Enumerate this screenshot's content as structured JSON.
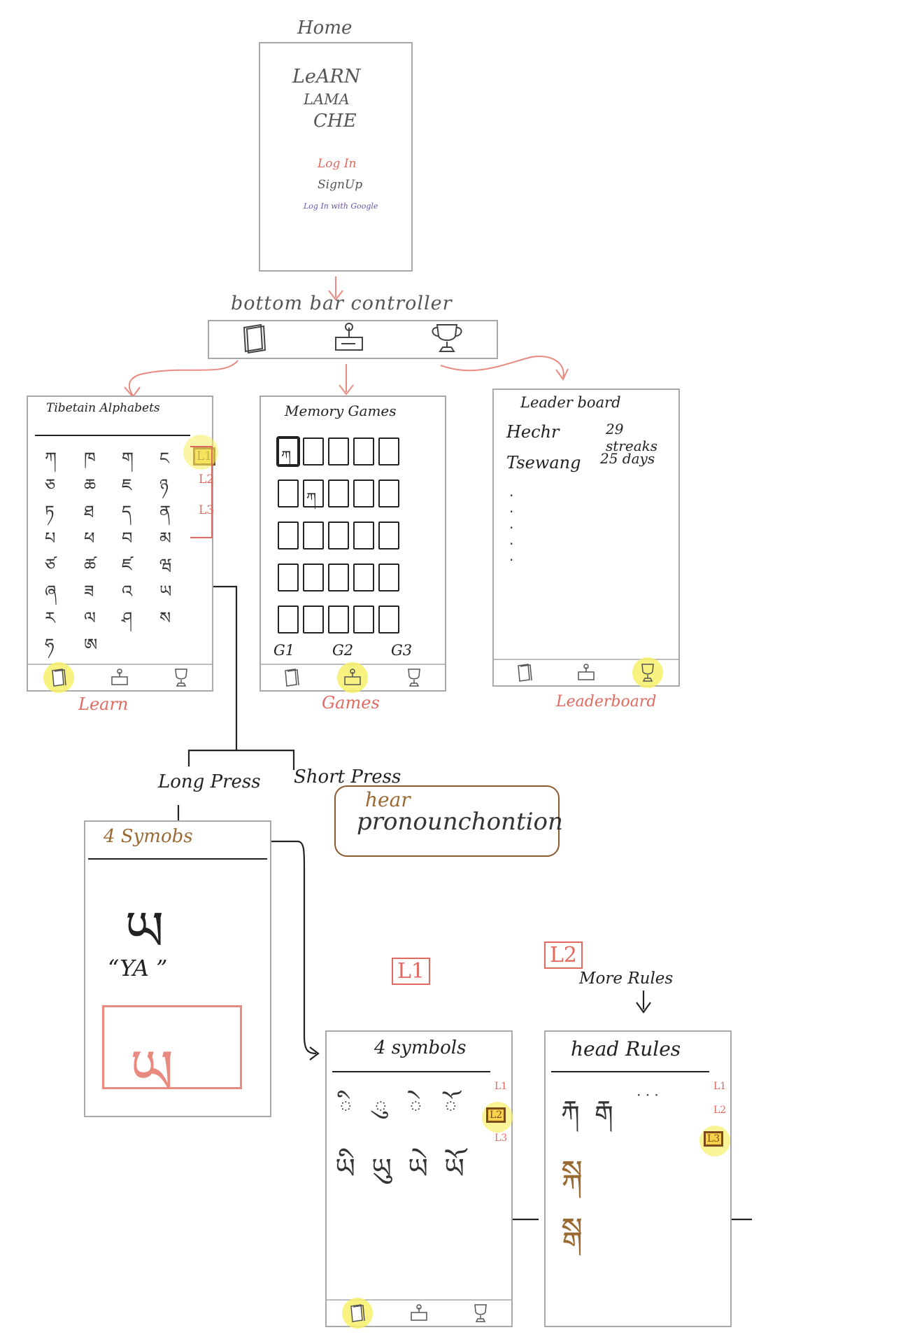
{
  "home": {
    "title": "Home",
    "logo_lines": [
      "LeARN",
      "LAMA",
      "CHE"
    ],
    "login": "Log In",
    "signup": "SignUp",
    "google": "Log In with Google"
  },
  "bottom_bar": {
    "label": "bottom bar controller"
  },
  "learn_screen": {
    "header": "Tibetain Alphabets",
    "letters": [
      "ཀ",
      "ཁ",
      "ག",
      "ང",
      "ཅ",
      "ཆ",
      "ཇ",
      "ཉ",
      "ཏ",
      "ཐ",
      "ད",
      "ན",
      "པ",
      "ཕ",
      "བ",
      "མ",
      "ཙ",
      "ཚ",
      "ཛ",
      "ཝ",
      "ཞ",
      "ཟ",
      "འ",
      "ཡ",
      "ར",
      "ལ",
      "ཤ",
      "ས",
      "ཧ",
      "ཨ"
    ],
    "levels": [
      "L1",
      "L2",
      "L3"
    ],
    "caption": "Learn"
  },
  "games_screen": {
    "header": "Memory Games",
    "card_letters": [
      "ཀ",
      "ཀ"
    ],
    "groups": [
      "G1",
      "G2",
      "G3"
    ],
    "caption": "Games"
  },
  "leaderboard_screen": {
    "header": "Leader board",
    "entries": [
      {
        "name": "Hechr",
        "score": "29 streaks"
      },
      {
        "name": "Tsewang",
        "score": "25 days"
      }
    ],
    "caption": "Leaderboard"
  },
  "press": {
    "long": "Long Press",
    "short": "Short Press",
    "note_top": "hear",
    "note_main": "pronounchontion"
  },
  "symbols_detail": {
    "header": "4 Symobs",
    "letter": "ཡ",
    "romanization": "“YA ”",
    "traced": "ཡ"
  },
  "tags": {
    "l1": "L1",
    "l2": "L2",
    "more_rules": "More Rules"
  },
  "l1_screen": {
    "header": "4 symbols",
    "marks": [
      "ི",
      "ུ",
      "ེ",
      "ོ"
    ],
    "examples": [
      "ཡི",
      "ཡུ",
      "ཡེ",
      "ཡོ"
    ],
    "levels": [
      "L1",
      "L2",
      "L3"
    ]
  },
  "l2_screen": {
    "header": "head Rules",
    "row1": [
      "རྐ",
      "རྒ",
      "· · ·"
    ],
    "stack1": "སྐ",
    "stack2": "སྒ",
    "levels": [
      "L1",
      "L2",
      "L3"
    ]
  },
  "colors": {
    "red": "#e06a60",
    "brown": "#9a6a33",
    "highlight": "#f7f06a"
  }
}
